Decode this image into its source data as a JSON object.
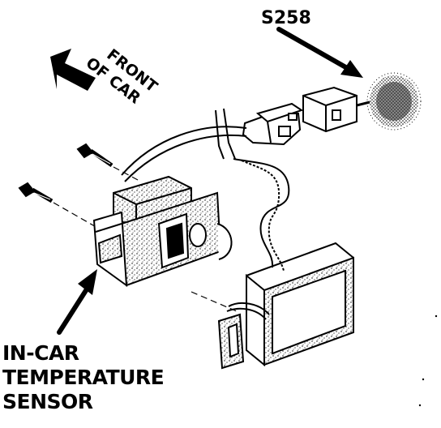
{
  "labels": {
    "connector_id": "S258",
    "orientation_line1": "FRONT",
    "orientation_line2": "OF CAR",
    "sensor_line1": "IN-CAR",
    "sensor_line2": "TEMPERATURE",
    "sensor_line3": "SENSOR"
  },
  "colors": {
    "ink": "#000000",
    "paper": "#ffffff"
  }
}
